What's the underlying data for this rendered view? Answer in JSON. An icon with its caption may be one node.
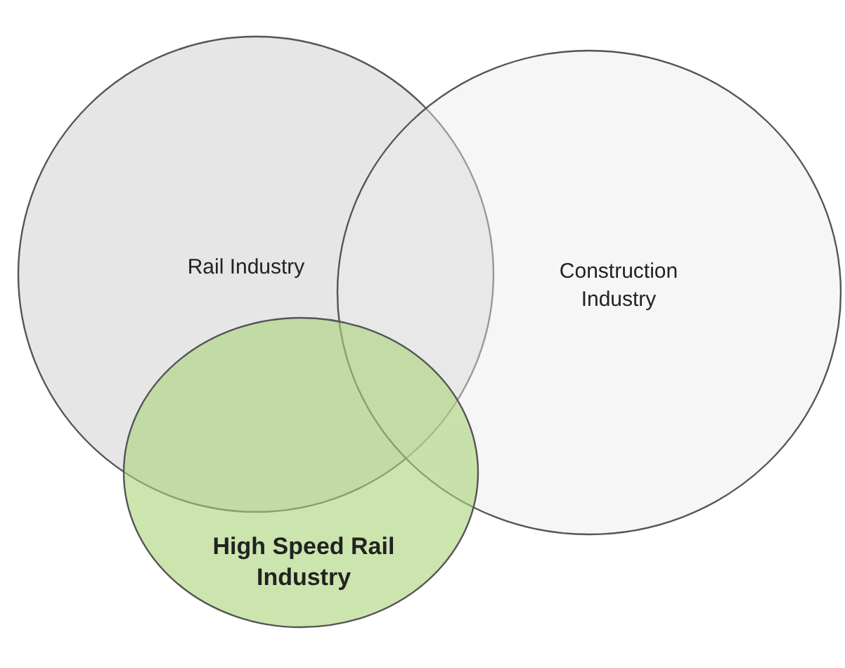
{
  "diagram": {
    "nodes": [
      {
        "text": [
          "Rail Industry"
        ]
      },
      {
        "text": [
          "Construction Industry"
        ]
      },
      {
        "text": [
          "High Speed Rail Industry"
        ]
      }
    ]
  }
}
